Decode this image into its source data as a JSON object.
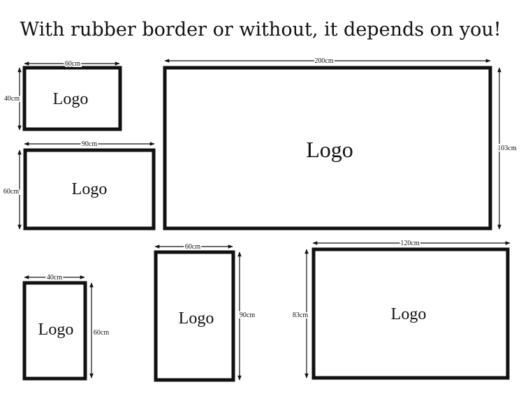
{
  "title": "With rubber border or without, it depends on you!",
  "colors": {
    "line": "#111111",
    "background": "#ffffff"
  },
  "mats": [
    {
      "logo": "Logo",
      "width_label": "60cm",
      "height_label": "40cm"
    },
    {
      "logo": "Logo",
      "width_label": "90cm",
      "height_label": "60cm"
    },
    {
      "logo": "Logo",
      "width_label": "200cm",
      "height_label": "103cm"
    },
    {
      "logo": "Logo",
      "width_label": "40cm",
      "height_label": "60cm"
    },
    {
      "logo": "Logo",
      "width_label": "60cm",
      "height_label": "90cm"
    },
    {
      "logo": "Logo",
      "width_label": "120cm",
      "height_label": "83cm"
    }
  ]
}
